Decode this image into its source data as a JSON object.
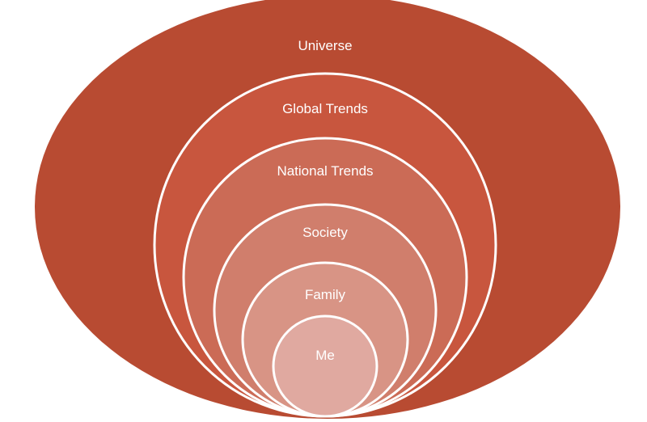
{
  "diagram": {
    "type": "nested-circles",
    "levels": [
      {
        "id": "universe",
        "label": "Universe",
        "color": "#b84b32"
      },
      {
        "id": "global-trends",
        "label": "Global Trends",
        "color": "#c8563e"
      },
      {
        "id": "national-trends",
        "label": "National Trends",
        "color": "#cb6b56"
      },
      {
        "id": "society",
        "label": "Society",
        "color": "#d07e6c"
      },
      {
        "id": "family",
        "label": "Family",
        "color": "#d89485"
      },
      {
        "id": "me",
        "label": "Me",
        "color": "#e0a9a0"
      }
    ],
    "stroke_color": "#ffffff"
  }
}
